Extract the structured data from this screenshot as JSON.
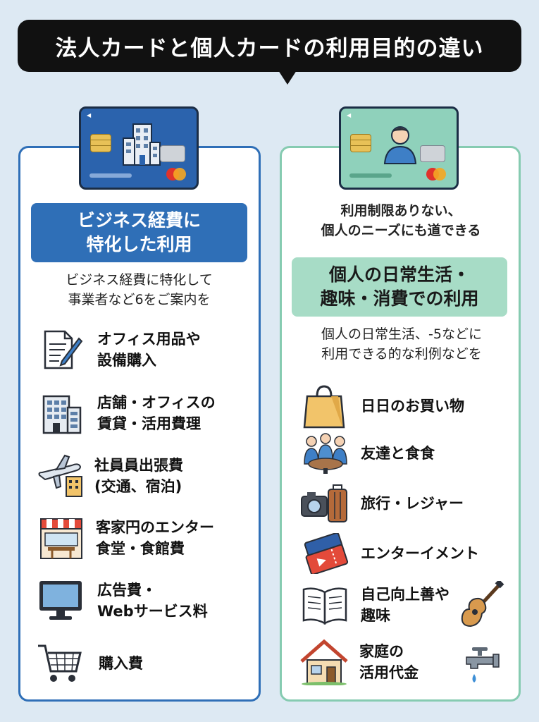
{
  "title": "法人カードと個人カードの利用目的の違い",
  "colors": {
    "corporate_accent": "#2f6fb7",
    "personal_accent": "#86cbb1",
    "title_bg": "#111111"
  },
  "corporate": {
    "heading_line1": "ビジネス経費に",
    "heading_line2": "特化した利用",
    "description_line1": "ビジネス経費に特化して",
    "description_line2": "事業者など6をご案内を",
    "items": [
      {
        "icon": "document-pen-icon",
        "line1": "オフィス用品や",
        "line2": "設備購入"
      },
      {
        "icon": "office-building-icon",
        "line1": "店舗・オフィスの",
        "line2": "賃貸・活用費理"
      },
      {
        "icon": "airplane-hotel-icon",
        "line1": "社員員出張費",
        "line2": "(交通、宿泊)"
      },
      {
        "icon": "restaurant-icon",
        "line1": "客家円のエンター",
        "line2": "食堂・食館費"
      },
      {
        "icon": "monitor-icon",
        "line1": "広告費・",
        "line2": "Webサービス料"
      },
      {
        "icon": "shopping-cart-icon",
        "line1": "購入費",
        "line2": ""
      }
    ]
  },
  "personal": {
    "intro_line1": "利用制限ありない、",
    "intro_line2": "個人のニーズにも道できる",
    "heading_line1": "個人の日常生活・",
    "heading_line2": "趣味・消費での利用",
    "description_line1": "個人の日常生活、-5などに",
    "description_line2": "利用できる的な利例などを",
    "items": [
      {
        "icon": "shopping-bag-icon",
        "line1": "日日のお買い物",
        "line2": ""
      },
      {
        "icon": "people-dining-icon",
        "line1": "友達と食食",
        "line2": ""
      },
      {
        "icon": "camera-suitcase-icon",
        "line1": "旅行・レジャー",
        "line2": ""
      },
      {
        "icon": "tickets-icon",
        "line1": "エンターイメント",
        "line2": ""
      },
      {
        "icon": "open-book-icon",
        "line1": "自己向上善や",
        "line2": "趣味"
      },
      {
        "icon": "house-icon",
        "line1": "家庭の",
        "line2": "活用代金"
      }
    ]
  }
}
